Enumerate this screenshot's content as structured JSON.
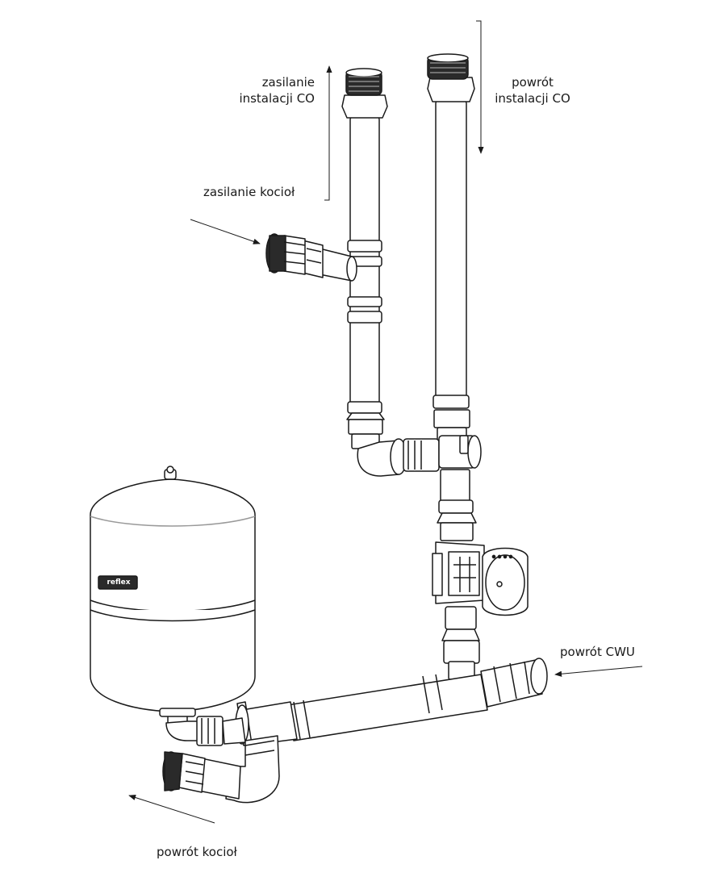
{
  "labels": {
    "supply_installation": [
      "zasilanie",
      "instalacji CO"
    ],
    "return_installation": [
      "powrót",
      "instalacji CO"
    ],
    "supply_boiler": "zasilanie kocioł",
    "return_dhw": "powrót CWU",
    "return_boiler": "powrót kocioł"
  },
  "tank_brand": "reflex",
  "colors": {
    "stroke": "#1a1a1a",
    "fill": "#ffffff",
    "text": "#1a1a1a"
  }
}
